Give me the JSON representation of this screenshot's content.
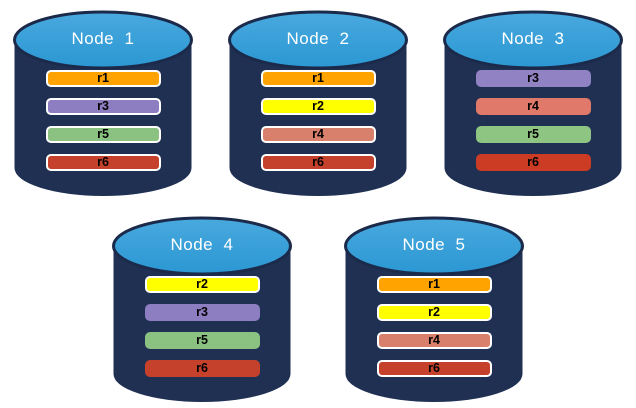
{
  "diagram": {
    "description": "Five database node cylinders holding replica partitions r1-r6",
    "nodes": [
      {
        "label": "Node  1",
        "bars": [
          {
            "label": "r1",
            "color": "#FFA301",
            "border": true
          },
          {
            "label": "r3",
            "color": "#8D7EC1",
            "border": true
          },
          {
            "label": "r5",
            "color": "#8BC282",
            "border": true
          },
          {
            "label": "r6",
            "color": "#C5412B",
            "border": true
          }
        ]
      },
      {
        "label": "Node  2",
        "bars": [
          {
            "label": "r1",
            "color": "#FFA301",
            "border": true
          },
          {
            "label": "r2",
            "color": "#FFFF00",
            "border": true
          },
          {
            "label": "r4",
            "color": "#D9806D",
            "border": true
          },
          {
            "label": "r6",
            "color": "#C5412B",
            "border": true
          }
        ]
      },
      {
        "label": "Node  3",
        "bars": [
          {
            "label": "r3",
            "color": "#9182C3",
            "border": false
          },
          {
            "label": "r4",
            "color": "#E0796A",
            "border": false
          },
          {
            "label": "r5",
            "color": "#8FC583",
            "border": false
          },
          {
            "label": "r6",
            "color": "#CC3C24",
            "border": false
          }
        ]
      },
      {
        "label": "Node  4",
        "bars": [
          {
            "label": "r2",
            "color": "#FFFF00",
            "border": true
          },
          {
            "label": "r3",
            "color": "#8D7EC1",
            "border": false
          },
          {
            "label": "r5",
            "color": "#8BC282",
            "border": false
          },
          {
            "label": "r6",
            "color": "#C5412B",
            "border": false
          }
        ]
      },
      {
        "label": "Node  5",
        "bars": [
          {
            "label": "r1",
            "color": "#FFA301",
            "border": true
          },
          {
            "label": "r2",
            "color": "#FFFF00",
            "border": true
          },
          {
            "label": "r4",
            "color": "#D9806D",
            "border": true
          },
          {
            "label": "r6",
            "color": "#C5412B",
            "border": true
          }
        ]
      }
    ],
    "colors": {
      "background": "#FFFFFF",
      "cylinder_body": "#1F3053",
      "cylinder_top_light": "#49A9DE",
      "cylinder_top_dark": "#2B97D3",
      "cylinder_outline": "#1B2A4A",
      "bar_border": "#FFFFFF",
      "bar_text": "#000000",
      "node_label_text": "#FFFFFF"
    }
  }
}
